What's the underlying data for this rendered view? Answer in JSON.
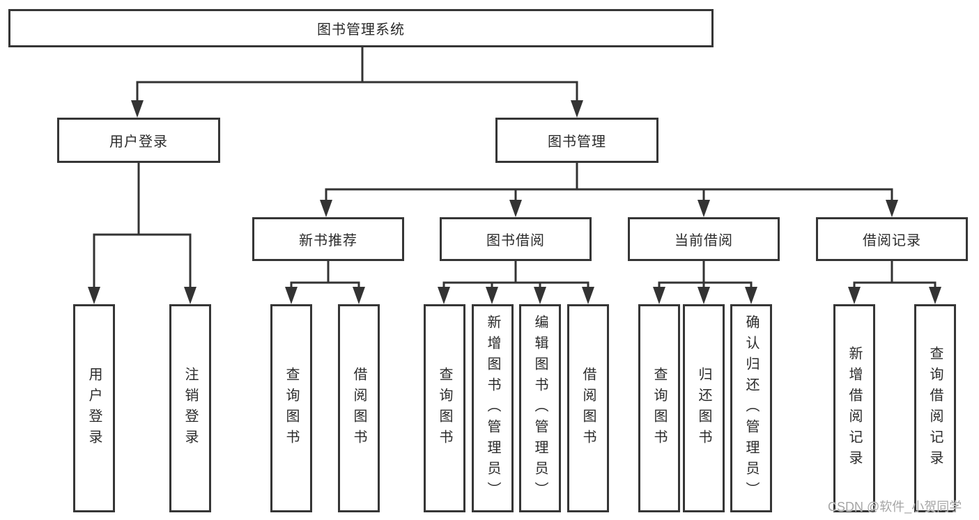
{
  "diagram": {
    "root": {
      "label": "图书管理系统"
    },
    "branches": [
      {
        "label": "用户登录",
        "children": [
          {
            "label": "用户登录"
          },
          {
            "label": "注销登录"
          }
        ]
      },
      {
        "label": "图书管理",
        "children": [
          {
            "label": "新书推荐",
            "children": [
              {
                "label": "查询图书"
              },
              {
                "label": "借阅图书"
              }
            ]
          },
          {
            "label": "图书借阅",
            "children": [
              {
                "label": "查询图书"
              },
              {
                "label": "新增图书（管理员）"
              },
              {
                "label": "编辑图书（管理员）"
              },
              {
                "label": "借阅图书"
              }
            ]
          },
          {
            "label": "当前借阅",
            "children": [
              {
                "label": "查询图书"
              },
              {
                "label": "归还图书"
              },
              {
                "label": "确认归还（管理员）"
              }
            ]
          },
          {
            "label": "借阅记录",
            "children": [
              {
                "label": "新增借阅记录"
              },
              {
                "label": "查询借阅记录"
              }
            ]
          }
        ]
      }
    ]
  },
  "watermark": {
    "text": "CSDN @软件_小贺同学"
  },
  "colors": {
    "line": "#333333",
    "box_border": "#363636",
    "box_fill": "#ffffff",
    "text": "#2b2b2b",
    "watermark": "#a6a6a6",
    "background": "#ffffff"
  }
}
